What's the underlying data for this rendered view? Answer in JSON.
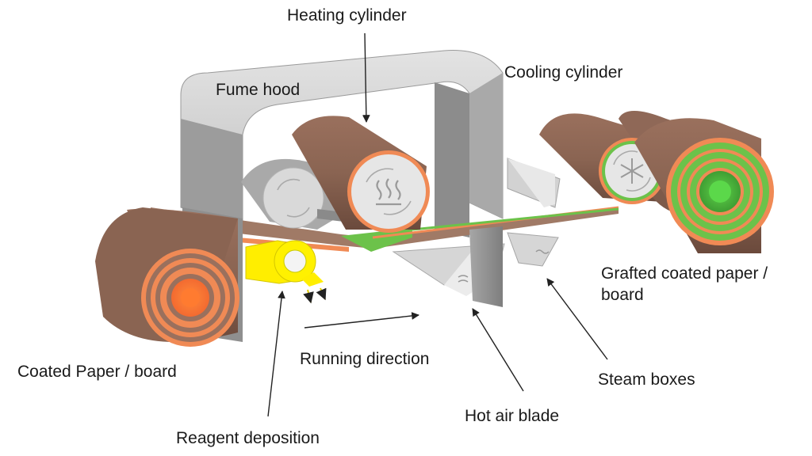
{
  "labels": {
    "heating_cylinder": "Heating cylinder",
    "fume_hood": "Fume hood",
    "cooling_cylinder": "Cooling cylinder",
    "grafted_line1": "Grafted coated paper /",
    "grafted_line2": "board",
    "coated_paper": "Coated Paper / board",
    "running_direction": "Running direction",
    "steam_boxes": "Steam boxes",
    "hot_air_blade": "Hot air blade",
    "reagent_deposition": "Reagent deposition"
  },
  "icons": [
    "heat-waves-icon",
    "rotation-arrows-icon",
    "snowflake-icon",
    "air-flow-icon",
    "steam-icon"
  ],
  "colors": {
    "roll_brown": "#8a6452",
    "coating_orange": "#f08a55",
    "grafted_green": "#6cc24a",
    "reagent_yellow": "#ffee00",
    "hood_grey": "#c9c9c9",
    "panel_grey": "#8f8f8f"
  }
}
